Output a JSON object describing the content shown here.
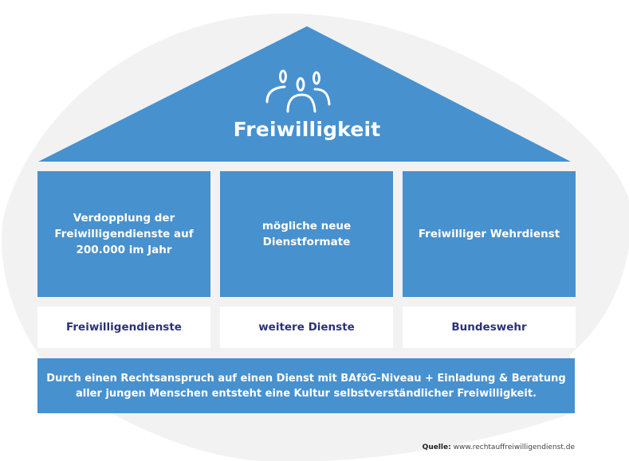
{
  "colors": {
    "primary_blue": "#4791cf",
    "label_text": "#2b3374",
    "background_shape": "#f2f2f2"
  },
  "roof": {
    "icon": "people-group-icon",
    "title": "Freiwilligkeit"
  },
  "pillars": [
    {
      "text": "Verdopplung der\nFreiwilligendienste auf\n200.000 im Jahr",
      "label": "Freiwilligendienste"
    },
    {
      "text": "mögliche neue\nDienstformate",
      "label": "weitere Dienste"
    },
    {
      "text": "Freiwilliger Wehrdienst",
      "label": "Bundeswehr"
    }
  ],
  "foundation": {
    "text": "Durch einen Rechtsanspruch auf einen Dienst mit BAföG-Niveau + Einladung & Beratung\naller jungen Menschen entsteht eine Kultur selbstverständlicher Freiwilligkeit."
  },
  "source": {
    "label": "Quelle:",
    "url": "www.rechtauffreiwilligendienst.de"
  }
}
